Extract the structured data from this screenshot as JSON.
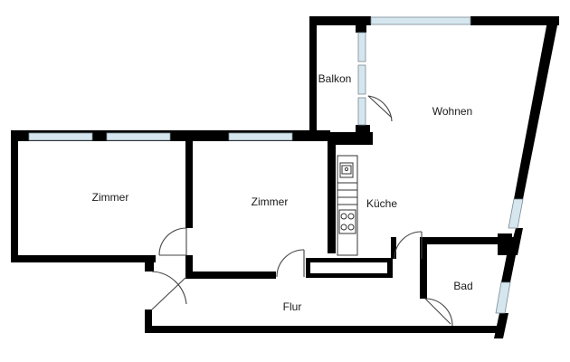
{
  "rooms": {
    "balcony": "Balkon",
    "living": "Wohnen",
    "room_left": "Zimmer",
    "room_middle": "Zimmer",
    "kitchen": "Küche",
    "hallway": "Flur",
    "bath": "Bad"
  },
  "colors": {
    "wall": "#000000",
    "window": "#d6e6ef",
    "door": "#444444",
    "background": "#ffffff"
  }
}
